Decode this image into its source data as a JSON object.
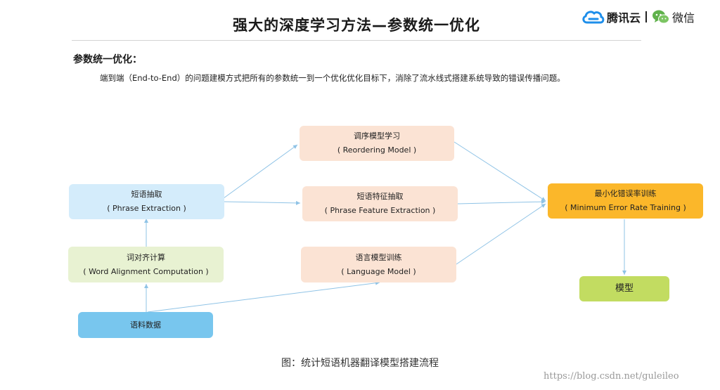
{
  "title": "强大的深度学习方法—参数统一优化",
  "brand": {
    "tencent_cloud": "腾讯云",
    "wechat": "微信",
    "tencent_color": "#1e8eea",
    "wechat_color": "#5fb14b"
  },
  "section": {
    "heading": "参数统一优化：",
    "body": "端到端（End-to-End）的问题建模方式把所有的参数统一到一个优化优化目标下，消除了流水线式搭建系统导致的错误传播问题。"
  },
  "nodes": {
    "reordering": {
      "zh": "调序模型学习",
      "en": "( Reordering Model )"
    },
    "phrase_extraction": {
      "zh": "短语抽取",
      "en": "( Phrase Extraction )"
    },
    "phrase_feature": {
      "zh": "短语特征抽取",
      "en": "( Phrase Feature Extraction )"
    },
    "mert": {
      "zh": "最小化错误率训练",
      "en": "( Minimum Error Rate Training )"
    },
    "word_alignment": {
      "zh": "词对齐计算",
      "en": "( Word Alignment Computation )"
    },
    "language_model": {
      "zh": "语言模型训练",
      "en": "( Language Model )"
    },
    "model": {
      "zh": "模型"
    },
    "corpus": {
      "zh": "语料数据"
    }
  },
  "caption": "图：统计短语机器翻译模型搭建流程",
  "watermark": "https://blog.csdn.net/guleileo"
}
